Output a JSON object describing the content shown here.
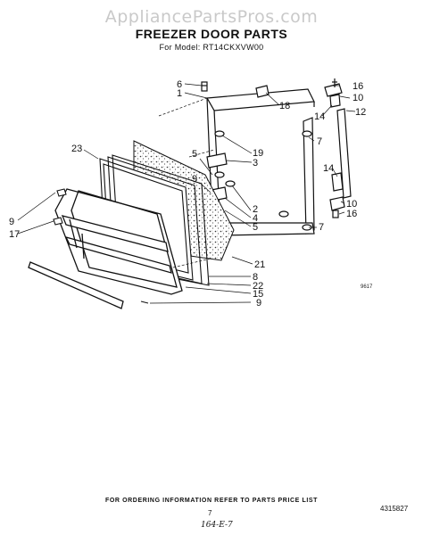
{
  "watermark": "AppliancePartsPros.com",
  "title": "FREEZER DOOR PARTS",
  "model": "For Model: RT14CKXVW00",
  "figure_code": "9617",
  "callouts": [
    "1",
    "2",
    "3",
    "4",
    "5",
    "5",
    "6",
    "7",
    "7",
    "8",
    "9",
    "9",
    "10",
    "10",
    "12",
    "14",
    "14",
    "15",
    "16",
    "16",
    "17",
    "18",
    "19",
    "21",
    "22",
    "23"
  ],
  "footer": {
    "ordering_note": "FOR ORDERING INFORMATION REFER TO PARTS PRICE LIST",
    "page_number": "7",
    "part_number": "4315827",
    "handwritten_code": "164-E-7"
  }
}
